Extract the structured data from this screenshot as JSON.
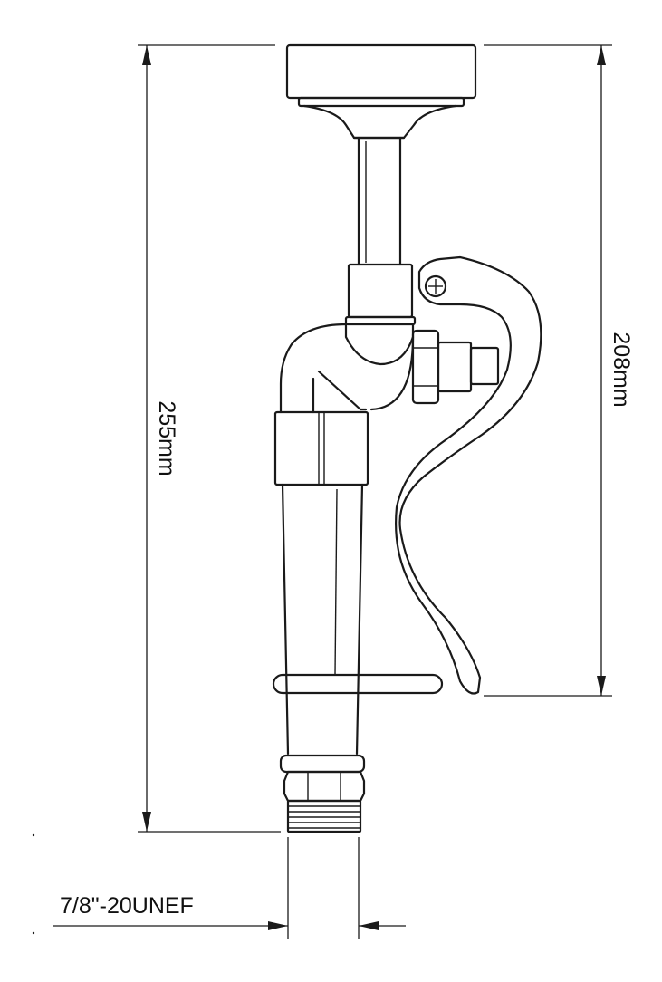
{
  "dimensions": {
    "overall_height": "255mm",
    "lever_height": "208mm",
    "thread_spec": "7/8\"-20UNEF"
  },
  "colors": {
    "line": "#1a1a1a",
    "background": "#ffffff"
  }
}
